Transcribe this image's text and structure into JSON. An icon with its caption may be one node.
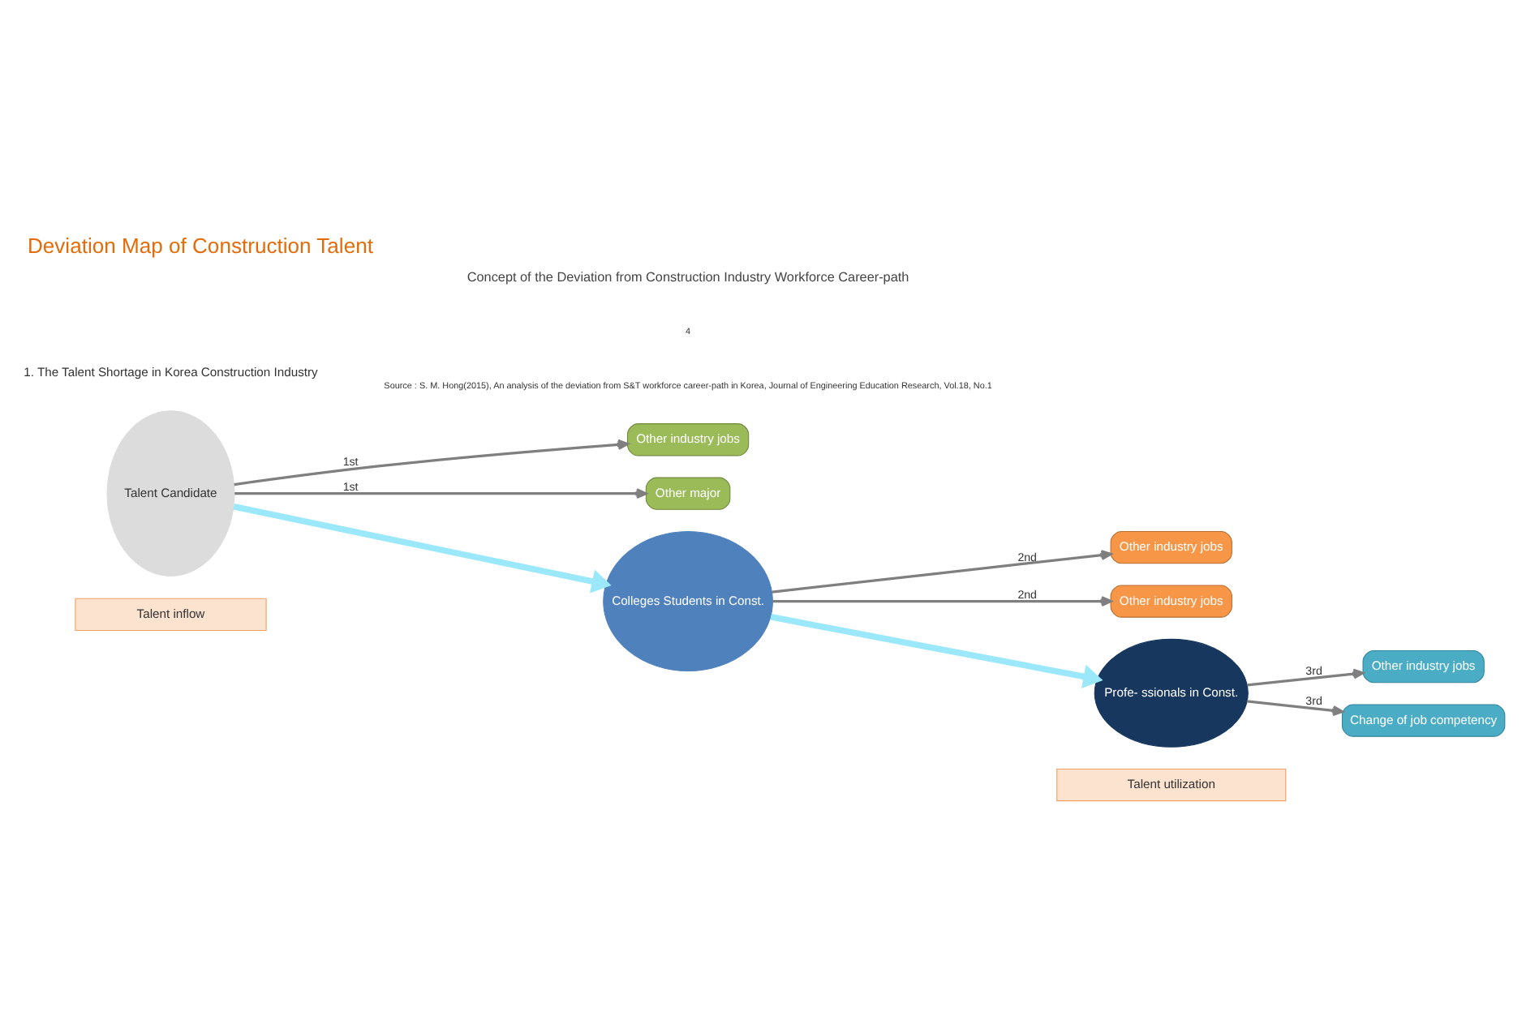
{
  "diagram": {
    "title": "Deviation Map of Construction Talent",
    "caption": "Concept of the Deviation from Construction Industry Workforce Career-path",
    "nodes": [
      {
        "text": [
          "Talent inflow"
        ]
      },
      {
        "text": [
          "Talent utilization"
        ]
      },
      {
        "text": [
          "Other industry jobs"
        ]
      },
      {
        "text": [
          "Talent Candidate"
        ]
      },
      {
        "text": [
          "Other major"
        ]
      },
      {
        "text": [
          "Other industry jobs"
        ]
      },
      {
        "text": [
          "Colleges Students in Const."
        ]
      },
      {
        "text": [
          "Other industry jobs"
        ]
      },
      {
        "text": [
          "Profe- ssionals in Const."
        ]
      },
      {
        "text": [
          "Other industry jobs"
        ]
      },
      {
        "text": [
          "Change of job competency"
        ]
      }
    ],
    "edges": [
      {
        "from": 3,
        "to": 2,
        "arrow": "to",
        "label": "1st"
      },
      {
        "from": 3,
        "to": 4,
        "arrow": "to",
        "label": "1st"
      },
      {
        "from": 3,
        "to": 6,
        "arrow": "to",
        "style": "thick",
        "color": "#9ae8fa"
      },
      {
        "from": 6,
        "to": 5,
        "arrow": "to",
        "label": "2nd"
      },
      {
        "from": 6,
        "to": 7,
        "arrow": "to",
        "label": "2nd"
      },
      {
        "from": 6,
        "to": 8,
        "arrow": "to",
        "style": "thick",
        "color": "#9ae8fa"
      },
      {
        "from": 8,
        "to": 9,
        "arrow": "to",
        "label": "3rd"
      },
      {
        "from": 8,
        "to": 10,
        "arrow": "to",
        "label": "3rd"
      }
    ],
    "labels": [
      "1. The Talent Shortage in Korea Construction Industry",
      "Source : S. M. Hong(2015), An analysis of the deviation from S&T workforce career-path in Korea, Journal of Engineering Education Research, Vol.18, No.1",
      "4"
    ]
  }
}
